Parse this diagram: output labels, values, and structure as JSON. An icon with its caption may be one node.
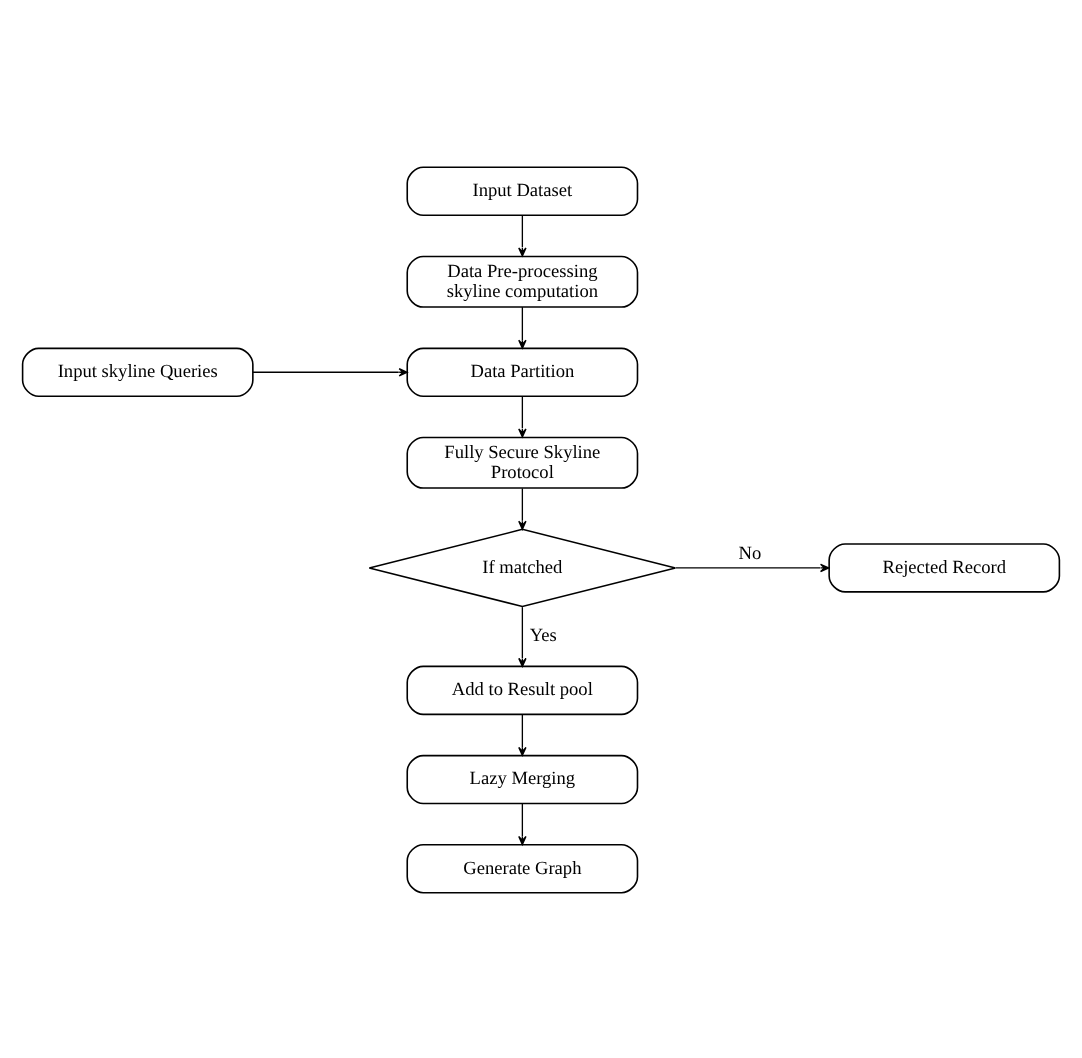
{
  "diagram": {
    "nodes": [
      {
        "text": [
          "Input Dataset"
        ]
      },
      {
        "text": [
          "Data Pre-processing skyline computation"
        ]
      },
      {
        "text": [
          "Data Partition"
        ]
      },
      {
        "text": [
          "Input skyline Queries"
        ]
      },
      {
        "text": [
          "Fully Secure Skyline Protocol"
        ]
      },
      {
        "text": [
          "If matched"
        ]
      },
      {
        "text": [
          "Rejected Record"
        ]
      },
      {
        "text": [
          "Add to Result pool"
        ]
      },
      {
        "text": [
          "Lazy Merging"
        ]
      },
      {
        "text": [
          "Generate Graph"
        ]
      }
    ],
    "edges": [
      {
        "from": 0,
        "to": 1,
        "arrow": "to"
      },
      {
        "from": 1,
        "to": 2,
        "arrow": "to"
      },
      {
        "from": 3,
        "to": 2,
        "arrow": "to"
      },
      {
        "from": 2,
        "to": 4,
        "arrow": "to"
      },
      {
        "from": 4,
        "to": 5,
        "arrow": "to"
      },
      {
        "from": 5,
        "to": 6,
        "arrow": "to",
        "label": "No"
      },
      {
        "from": 5,
        "to": 7,
        "arrow": "to",
        "label": "Yes"
      },
      {
        "from": 7,
        "to": 8,
        "arrow": "to"
      },
      {
        "from": 8,
        "to": 9,
        "arrow": "to"
      }
    ]
  }
}
